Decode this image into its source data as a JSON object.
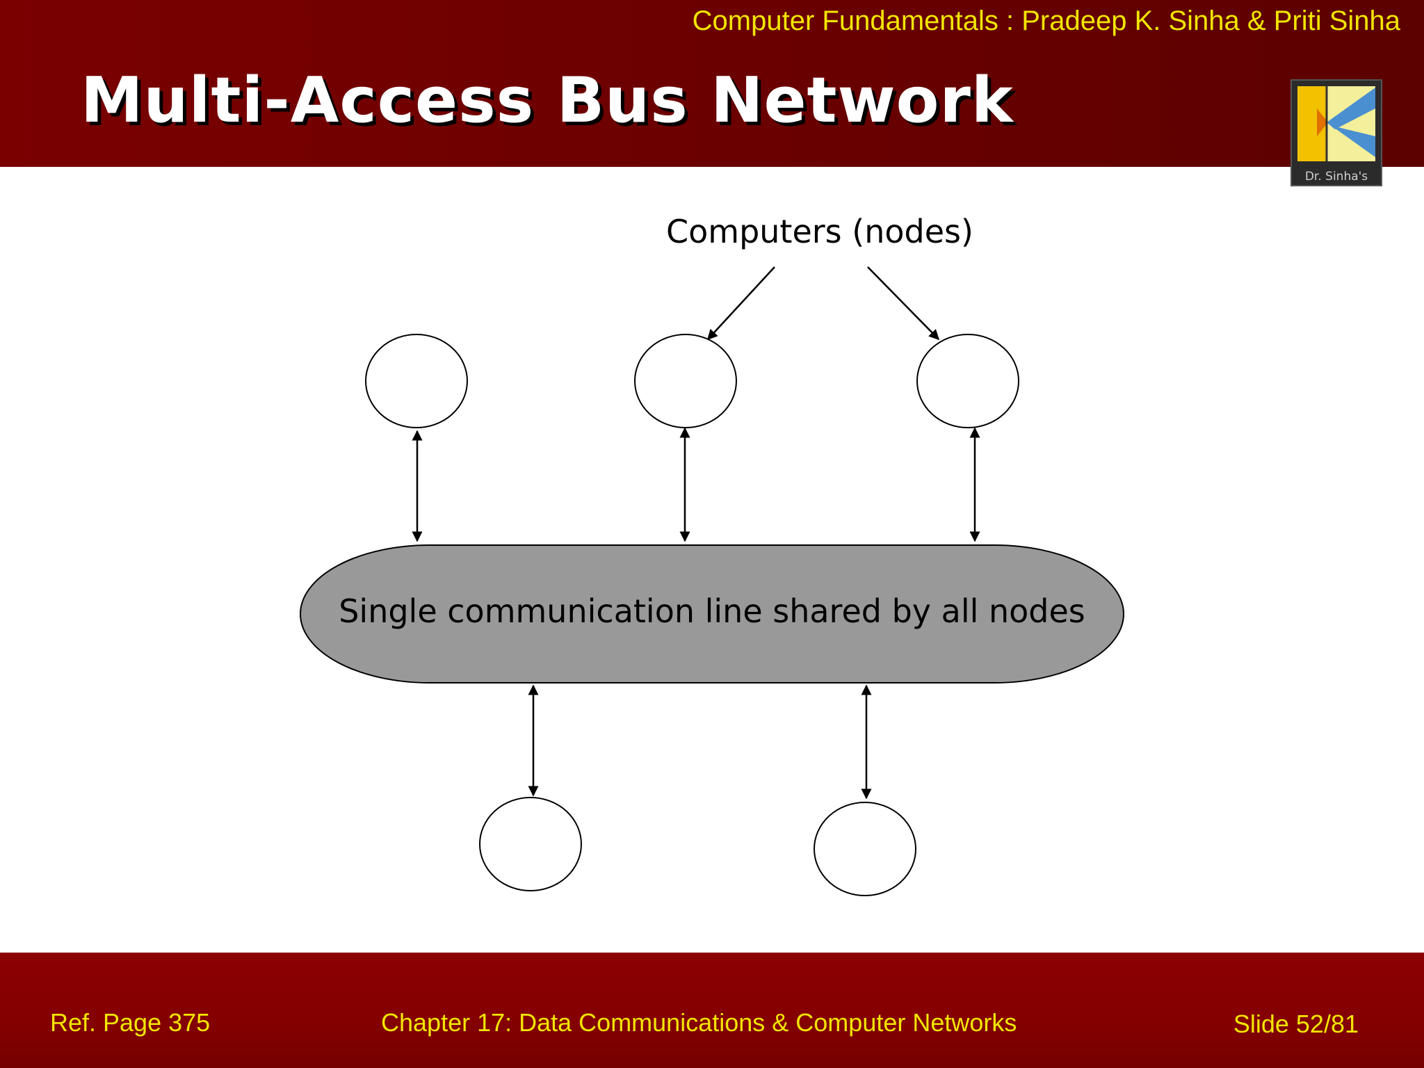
{
  "header": {
    "author": "Computer Fundamentals : Pradeep K. Sinha & Priti Sinha",
    "title": "Multi-Access Bus Network",
    "logo_text": "Dr. Sinha's"
  },
  "diagram": {
    "computers_label": "Computers (nodes)",
    "bus_label": "Single communication line shared by all nodes"
  },
  "footer": {
    "ref": "Ref. Page  375",
    "chapter": "Chapter 17: Data Communications & Computer Networks",
    "slide": "Slide 52/81"
  },
  "colors": {
    "header_bg": "#6e0000",
    "footer_bg": "#8c0000",
    "accent_text": "#f2e600",
    "bus_fill": "#999999"
  }
}
